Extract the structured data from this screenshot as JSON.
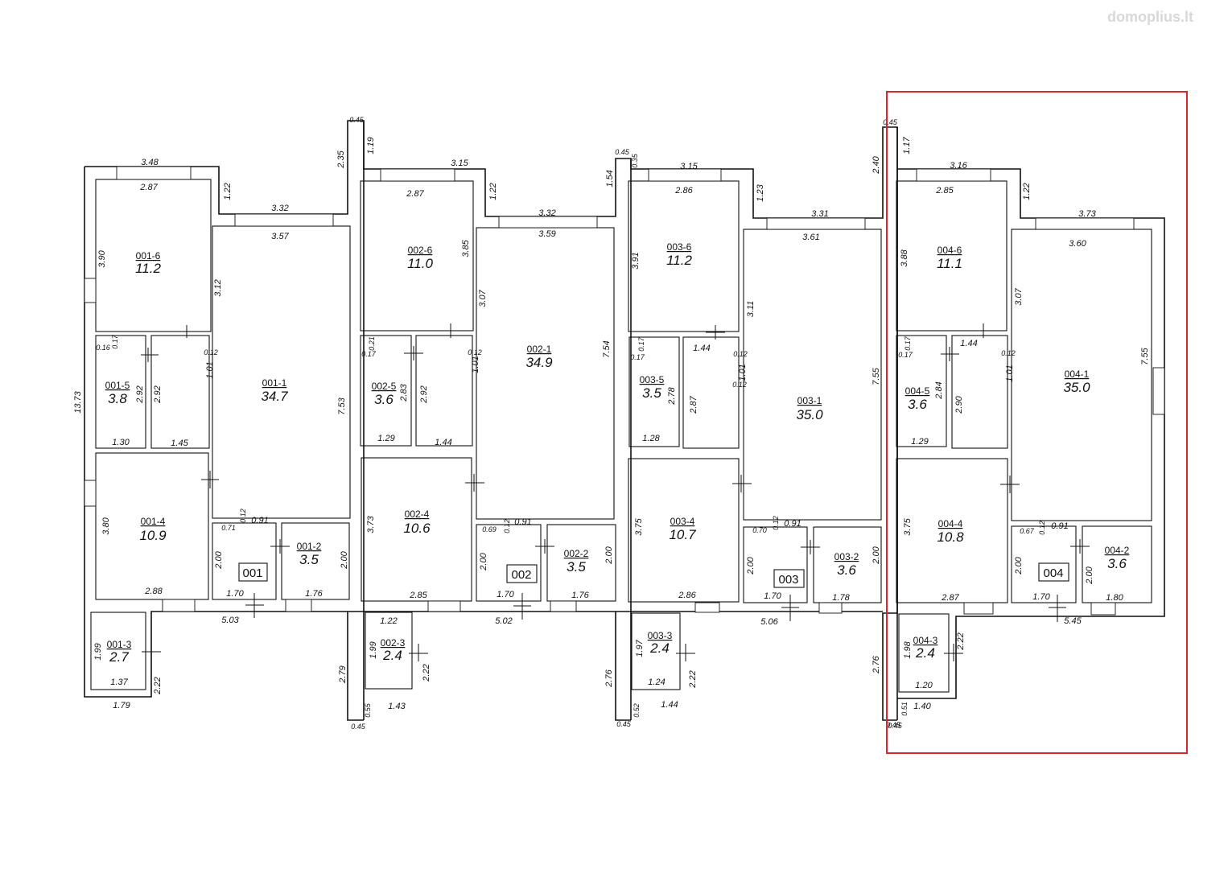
{
  "watermark": "domoplius.lt",
  "highlight_color": "#d9262c",
  "units": [
    {
      "id": "001",
      "rooms": [
        {
          "label": "001-6",
          "area": "11.2"
        },
        {
          "label": "001-1",
          "area": "34.7"
        },
        {
          "label": "001-5",
          "area": "3.8"
        },
        {
          "label": "001-4",
          "area": "10.9"
        },
        {
          "label": "001-2",
          "area": "3.5"
        },
        {
          "label": "001-3",
          "area": "2.7"
        }
      ],
      "dims": [
        "3.48",
        "2.87",
        "1.22",
        "3.32",
        "3.57",
        "0.45",
        "2.35",
        "3.90",
        "3.12",
        "0.17",
        "0.16",
        "0.12",
        "1.01",
        "13.73",
        "2.92",
        "2.92",
        "1.30",
        "1.45",
        "7.53",
        "3.80",
        "0.12",
        "0.71",
        "0.91",
        "2.00",
        "2.00",
        "2.88",
        "1.70",
        "1.76",
        "5.03",
        "1.99",
        "1.37",
        "2.22",
        "2.79",
        "1.79",
        "0.55",
        "0.45"
      ]
    },
    {
      "id": "002",
      "rooms": [
        {
          "label": "002-6",
          "area": "11.0"
        },
        {
          "label": "002-1",
          "area": "34.9"
        },
        {
          "label": "002-5",
          "area": "3.6"
        },
        {
          "label": "002-4",
          "area": "10.6"
        },
        {
          "label": "002-2",
          "area": "3.5"
        },
        {
          "label": "002-3",
          "area": "2.4"
        }
      ],
      "dims": [
        "1.19",
        "3.15",
        "2.87",
        "1.22",
        "3.32",
        "3.59",
        "0.45",
        "0.35",
        "1.54",
        "3.85",
        "3.07",
        "0.21",
        "0.17",
        "0.12",
        "1.01",
        "2.83",
        "2.92",
        "1.29",
        "1.44",
        "7.54",
        "3.73",
        "0.69",
        "0.12",
        "0.91",
        "2.00",
        "2.00",
        "2.85",
        "1.70",
        "1.76",
        "5.02",
        "1.22",
        "1.99",
        "2.22",
        "1.43",
        "2.76",
        "0.52",
        "0.45"
      ]
    },
    {
      "id": "003",
      "rooms": [
        {
          "label": "003-6",
          "area": "11.2"
        },
        {
          "label": "003-1",
          "area": "35.0"
        },
        {
          "label": "003-5",
          "area": "3.5"
        },
        {
          "label": "003-4",
          "area": "10.7"
        },
        {
          "label": "003-2",
          "area": "3.6"
        },
        {
          "label": "003-3",
          "area": "2.4"
        }
      ],
      "dims": [
        "3.15",
        "2.86",
        "1.23",
        "3.31",
        "3.61",
        "0.45",
        "2.40",
        "3.91",
        "3.11",
        "0.17",
        "0.17",
        "1.44",
        "0.12",
        "1.01",
        "0.12",
        "2.78",
        "2.87",
        "1.28",
        "7.55",
        "3.75",
        "0.70",
        "0.12",
        "0.91",
        "2.00",
        "2.00",
        "2.86",
        "1.70",
        "1.78",
        "5.06",
        "1.97",
        "2.22",
        "1.24",
        "1.44",
        "2.76",
        "0.45"
      ]
    },
    {
      "id": "004",
      "rooms": [
        {
          "label": "004-6",
          "area": "11.1"
        },
        {
          "label": "004-1",
          "area": "35.0"
        },
        {
          "label": "004-5",
          "area": "3.6"
        },
        {
          "label": "004-4",
          "area": "10.8"
        },
        {
          "label": "004-2",
          "area": "3.6"
        },
        {
          "label": "004-3",
          "area": "2.4"
        }
      ],
      "dims": [
        "1.17",
        "3.16",
        "2.85",
        "1.22",
        "3.73",
        "3.60",
        "3.88",
        "3.07",
        "0.17",
        "0.17",
        "1.44",
        "0.12",
        "1.01",
        "2.84",
        "2.90",
        "1.29",
        "7.55",
        "3.75",
        "0.67",
        "0.12",
        "0.91",
        "2.00",
        "2.00",
        "2.87",
        "1.70",
        "1.80",
        "5.45",
        "1.98",
        "2.22",
        "1.20",
        "0.51",
        "1.40",
        "0.45"
      ]
    }
  ]
}
